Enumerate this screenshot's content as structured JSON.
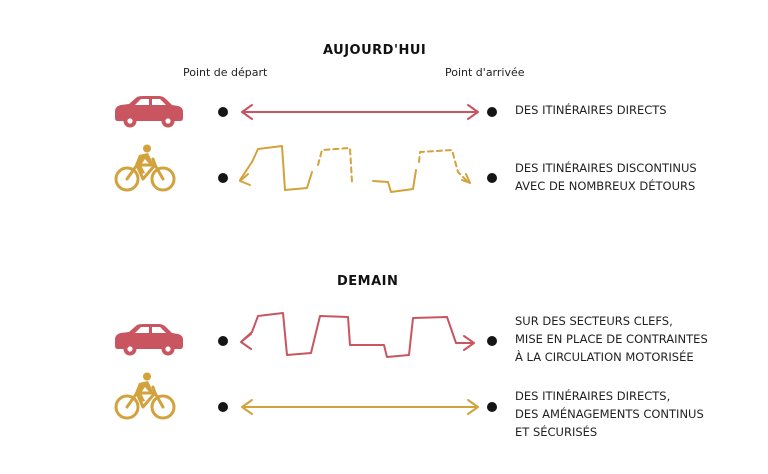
{
  "colors": {
    "car": "#c8555f",
    "bike": "#d2a23c",
    "dot": "#151515"
  },
  "icons": {
    "car": "car-icon",
    "bike": "cyclist-icon"
  },
  "today": {
    "title": "AUJOURD'HUI",
    "start_label": "Point de départ",
    "end_label": "Point d'arrivée",
    "car_desc": [
      "DES ITINÉRAIRES DIRECTS"
    ],
    "bike_desc": [
      "DES ITINÉRAIRES DISCONTINUS",
      "AVEC DE NOMBREUX DÉTOURS"
    ]
  },
  "tomorrow": {
    "title": "DEMAIN",
    "car_desc": [
      "SUR DES SECTEURS CLEFS,",
      "MISE EN PLACE DE CONTRAINTES",
      "À LA CIRCULATION MOTORISÉE"
    ],
    "bike_desc": [
      "DES ITINÉRAIRES DIRECTS,",
      "DES AMÉNAGEMENTS CONTINUS",
      "ET SÉCURISÉS"
    ]
  }
}
